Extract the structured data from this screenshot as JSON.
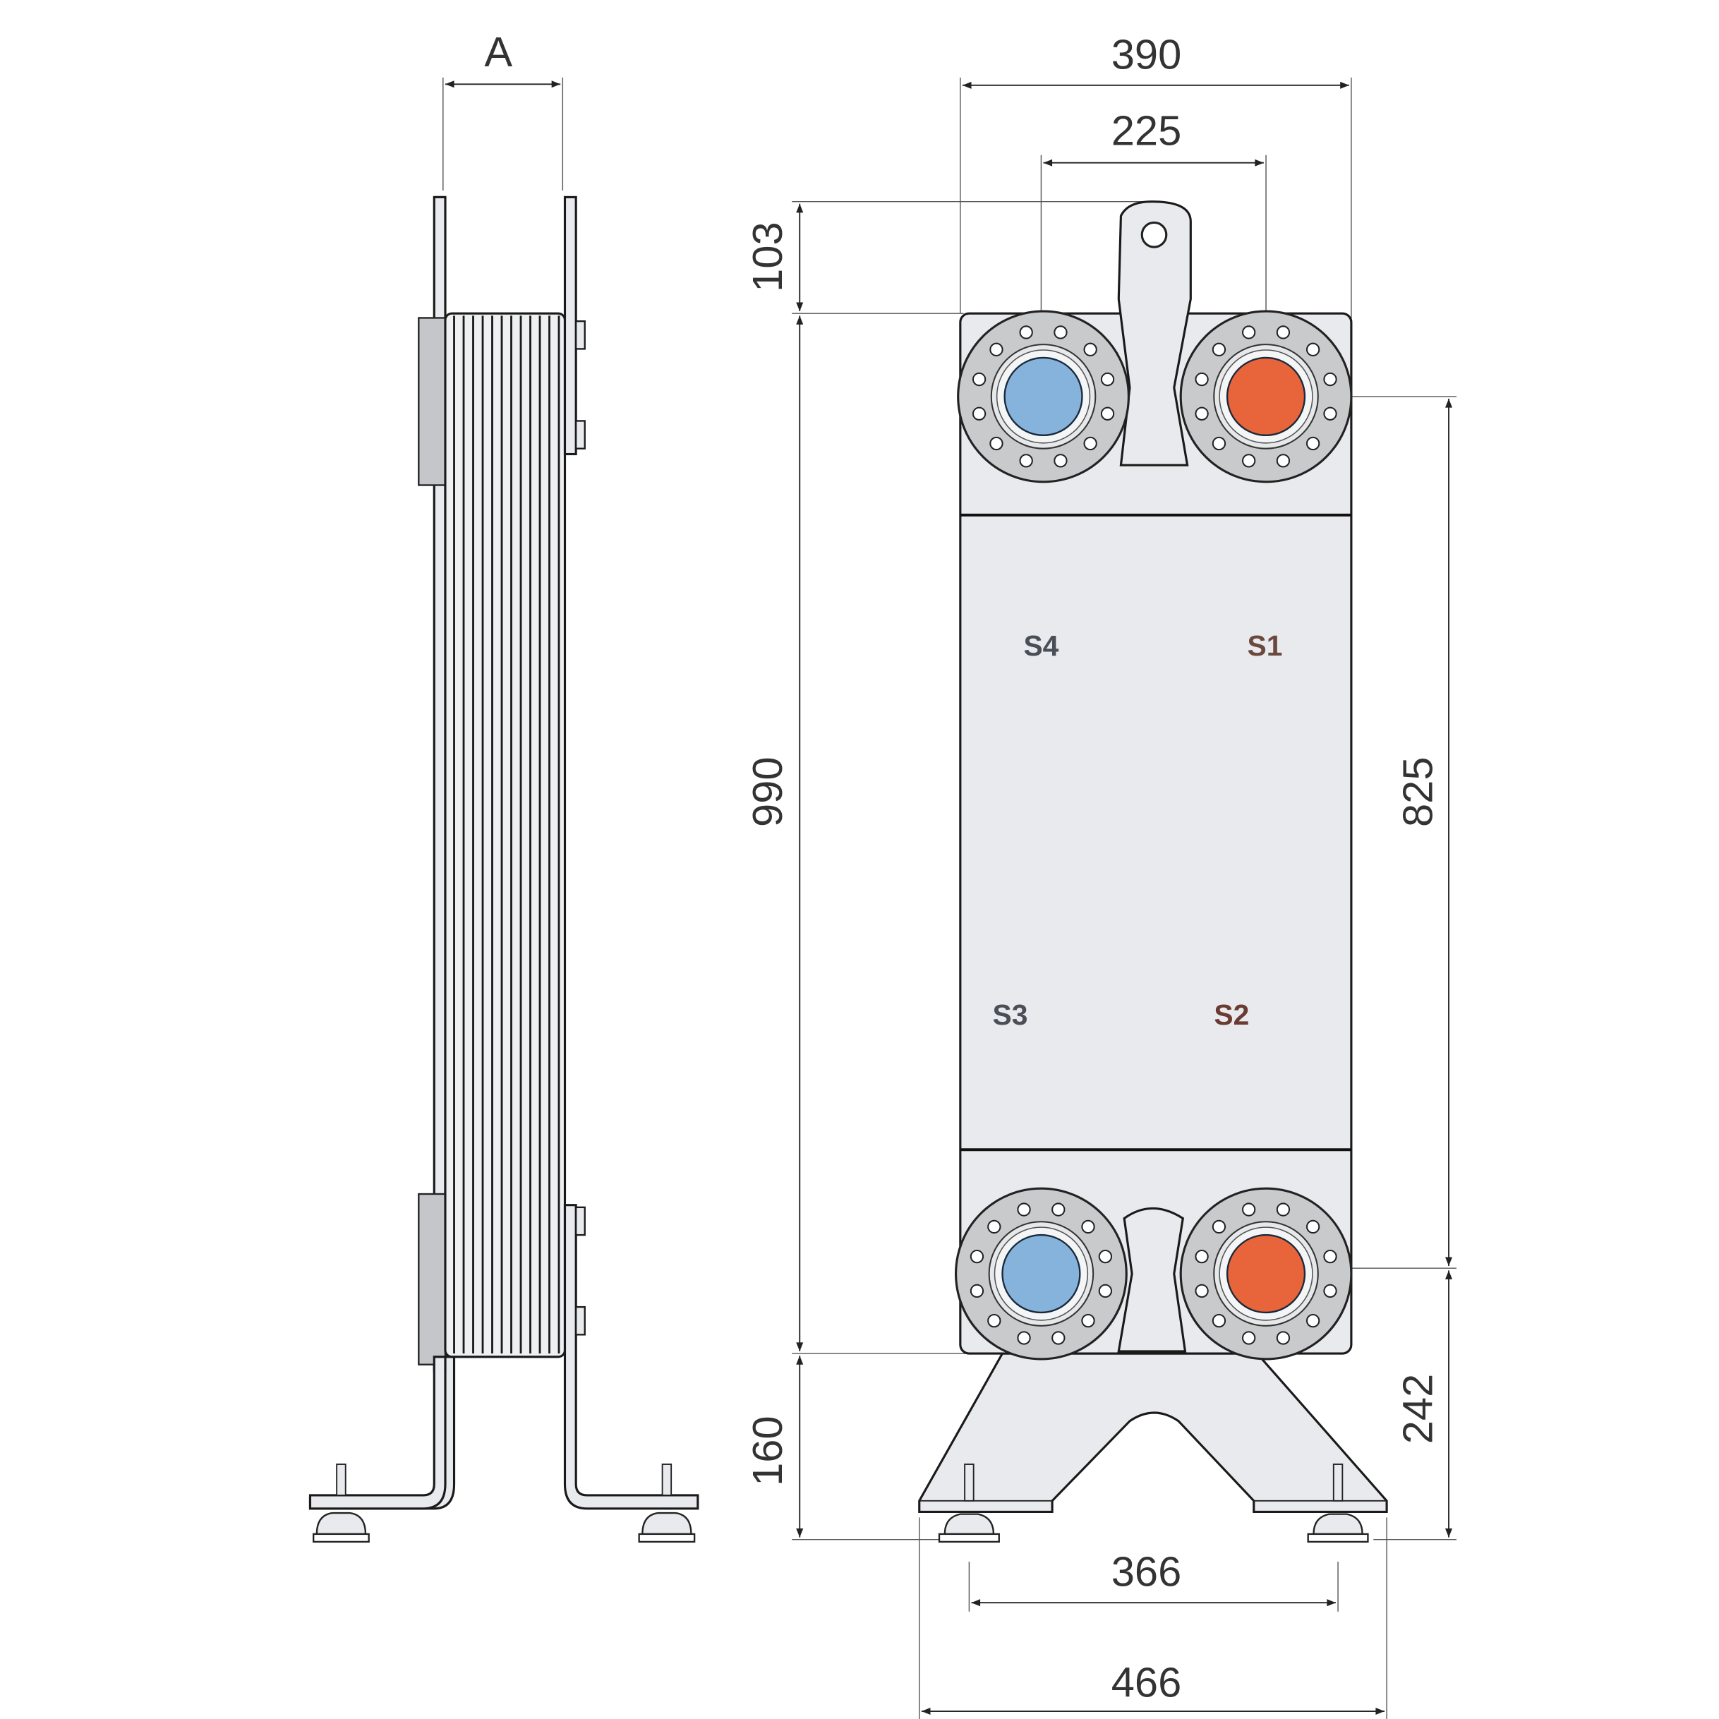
{
  "side_view": {
    "dimension_label": "A"
  },
  "front_view": {
    "dimensions": {
      "overall_width": "390",
      "port_spacing": "225",
      "lug_height": "103",
      "plate_height": "990",
      "port_center_distance": "825",
      "base_height": "160",
      "port_to_floor": "242",
      "foot_stud_spacing": "366",
      "base_width": "466"
    },
    "ports": {
      "s1": "S1",
      "s2": "S2",
      "s3": "S3",
      "s4": "S4"
    }
  },
  "colors": {
    "cold_port": "#86b3dc",
    "hot_port": "#e8643a",
    "flange": "#c9cacc",
    "plate": "#e9eaee"
  }
}
